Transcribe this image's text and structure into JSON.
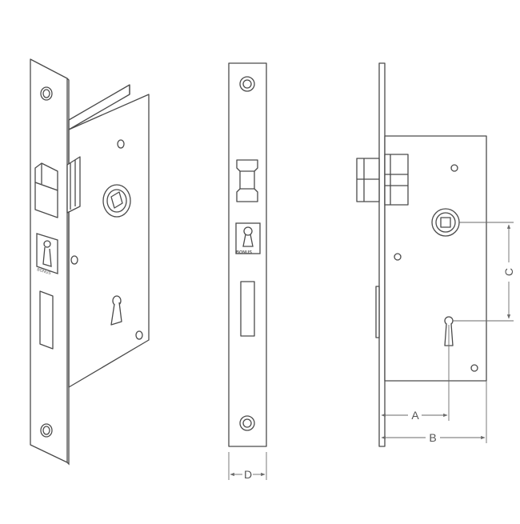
{
  "brand_mark": "BONUS",
  "dimensions": {
    "a": "A",
    "b": "B",
    "c": "C",
    "d": "D"
  },
  "colors": {
    "line": "#4a4a4a",
    "background": "#ffffff"
  },
  "views": [
    "perspective-view",
    "front-faceplate-view",
    "side-case-view"
  ]
}
